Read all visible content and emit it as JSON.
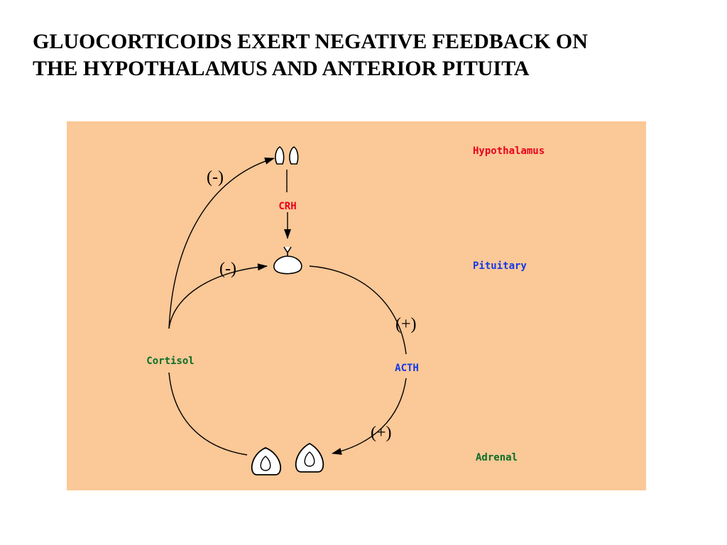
{
  "title": {
    "line1": "GLUOCORTICOIDS EXERT NEGATIVE FEEDBACK ON",
    "line2": "THE HYPOTHALAMUS AND ANTERIOR PITUITA"
  },
  "diagram": {
    "levels": {
      "hypothalamus": "Hypothalamus",
      "pituitary": "Pituitary",
      "adrenal": "Adrenal"
    },
    "hormones": {
      "crh": "CRH",
      "acth": "ACTH",
      "cortisol": "Cortisol"
    },
    "signs": {
      "hypothalamus_feedback": "(-)",
      "pituitary_feedback": "(-)",
      "acth_stimulation": "(+)",
      "adrenal_stimulation": "(+)"
    },
    "colors": {
      "background": "#fbc897",
      "hypothalamus": "#e8001c",
      "crh": "#e8001c",
      "pituitary": "#1238e8",
      "acth": "#1238e8",
      "cortisol": "#0a6e26",
      "adrenal": "#0a6e26"
    }
  }
}
